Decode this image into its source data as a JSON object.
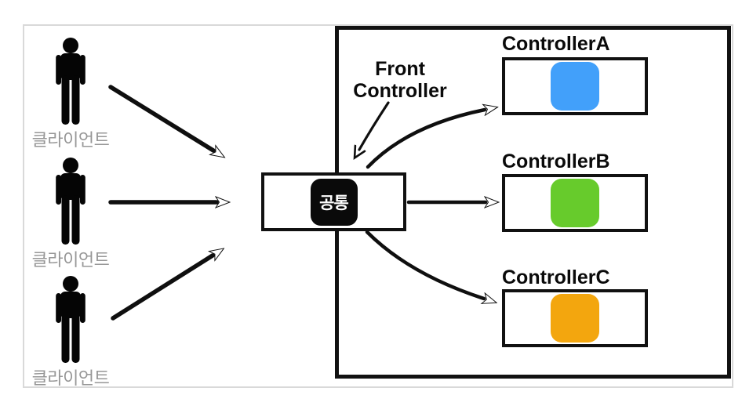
{
  "clients": [
    {
      "label": "클라이언트"
    },
    {
      "label": "클라이언트"
    },
    {
      "label": "클라이언트"
    }
  ],
  "front_controller": {
    "label": "Front Controller"
  },
  "common": {
    "label": "공통"
  },
  "controllers": [
    {
      "name": "ControllerA",
      "color": "#42a0fa"
    },
    {
      "name": "ControllerB",
      "color": "#67cb2c"
    },
    {
      "name": "ControllerC",
      "color": "#f3a60e"
    }
  ],
  "colors": {
    "arrow": "#0f0f0f",
    "person_icon": "#050505",
    "client_label": "#979797",
    "box_border": "#111111",
    "outer_frame": "#d9d9d9"
  }
}
